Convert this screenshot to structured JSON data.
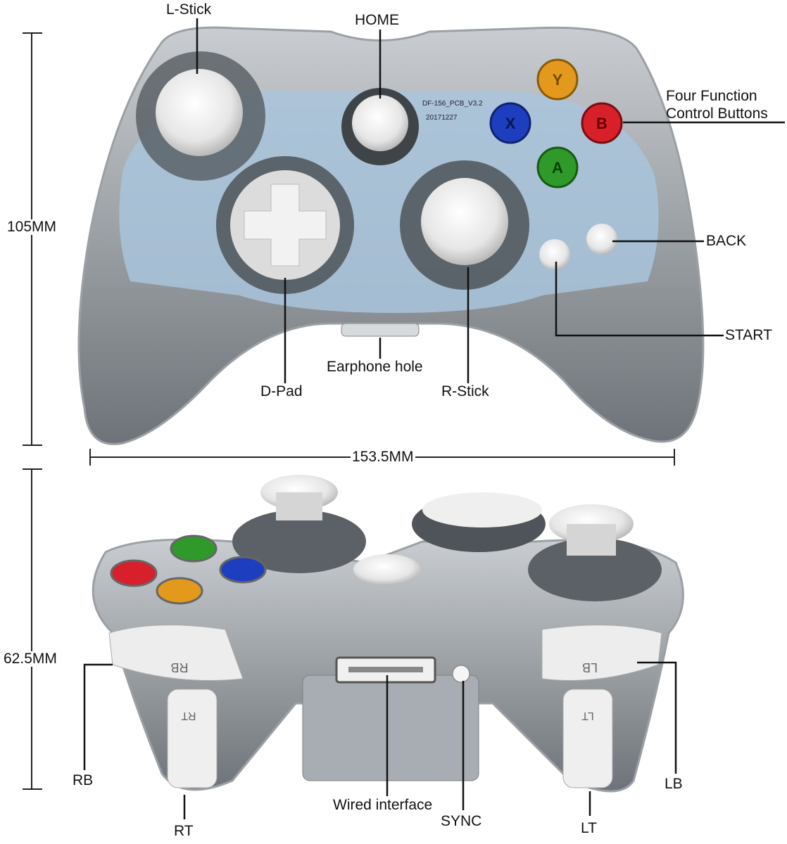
{
  "title": "Wireless controller dimensions and parts",
  "labels": {
    "l_stick": "L-Stick",
    "home": "HOME",
    "function_buttons_line1": "Four Function",
    "function_buttons_line2": "Control Buttons",
    "back": "BACK",
    "start": "START",
    "earphone_hole": "Earphone hole",
    "d_pad": "D-Pad",
    "r_stick": "R-Stick",
    "rb": "RB",
    "rt": "RT",
    "wired_interface": "Wired interface",
    "sync": "SYNC",
    "lt": "LT",
    "lb": "LB"
  },
  "dimensions": {
    "height": "105MM",
    "width": "153.5MM",
    "depth": "62.5MM"
  },
  "device_markings": {
    "y": "Y",
    "x": "X",
    "b": "B",
    "a": "A",
    "rb": "RB",
    "lb": "LB",
    "rt": "RT",
    "lt": "LT",
    "pcb": "DF-156_PCB_V3.2",
    "pcb_date": "20171227"
  },
  "colors": {
    "body": "#8f969c",
    "pcb": "#a9c4dc",
    "y_button": "#e39a1c",
    "x_button": "#1d3fbf",
    "b_button": "#d8202a",
    "a_button": "#2f9a2a"
  }
}
